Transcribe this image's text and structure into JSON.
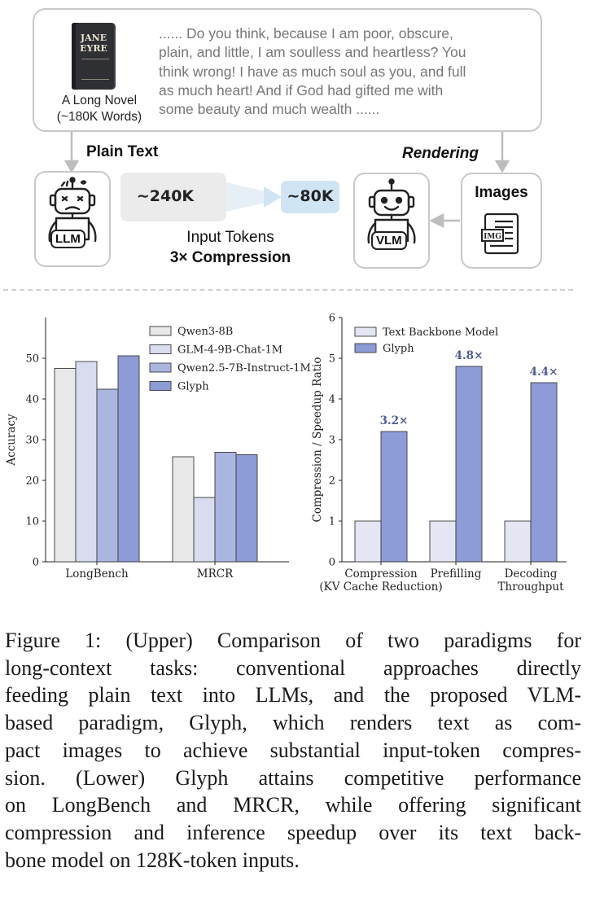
{
  "diagram": {
    "book": {
      "title_line1": "JANE",
      "title_line2": "EYRE",
      "caption_line1": "A Long Novel",
      "caption_line2": "(~180K Words)"
    },
    "quote_lines": [
      "...... Do you think, because I am poor, obscure,",
      "plain, and little, I am soulless and heartless? You",
      "think wrong! I have as much soul as you, and full",
      "as much heart! And if God had gifted me with",
      "some beauty and much wealth ......"
    ],
    "plain_text_label": "Plain Text",
    "rendering_label": "Rendering",
    "llm_label": "LLM",
    "vlm_label": "VLM",
    "images_label": "Images",
    "img_icon_label": "IMG",
    "tokens_before": "∼240K",
    "tokens_after": "∼80K",
    "input_tokens_label": "Input Tokens",
    "compression_label": "3× Compression",
    "colors": {
      "box_border": "#c9c9c9",
      "token_before_bg": "#ebebeb",
      "token_after_bg": "#cfe5f4",
      "arrow": "#bdbdbd"
    }
  },
  "chart_data": [
    {
      "type": "bar",
      "ylabel": "Accuracy",
      "xlabel": "",
      "ylim": [
        0,
        60
      ],
      "yticks": [
        0,
        10,
        20,
        30,
        40,
        50
      ],
      "categories": [
        "LongBench",
        "MRCR"
      ],
      "series": [
        {
          "name": "Qwen3-8B",
          "color": "#e8e8e8",
          "values": [
            47.5,
            25.8
          ]
        },
        {
          "name": "GLM-4-9B-Chat-1M",
          "color": "#d8dcee",
          "values": [
            49.2,
            15.8
          ]
        },
        {
          "name": "Qwen2.5-7B-Instruct-1M",
          "color": "#aab5e0",
          "values": [
            42.4,
            26.9
          ]
        },
        {
          "name": "Glyph",
          "color": "#8d9bd6",
          "values": [
            50.6,
            26.3
          ]
        }
      ],
      "legend": "top-right",
      "grid": false
    },
    {
      "type": "bar",
      "ylabel": "Compression / Speedup Ratio",
      "xlabel": "",
      "ylim": [
        0,
        6
      ],
      "yticks": [
        0,
        1,
        2,
        3,
        4,
        5,
        6
      ],
      "categories": [
        "Compression\n(KV Cache Reduction)",
        "Prefilling",
        "Decoding\nThroughput"
      ],
      "series": [
        {
          "name": "Text Backbone Model",
          "color": "#e4e6f3",
          "values": [
            1,
            1,
            1
          ]
        },
        {
          "name": "Glyph",
          "color": "#8d9bd6",
          "values": [
            3.2,
            4.8,
            4.4
          ],
          "labels": [
            "3.2×",
            "4.8×",
            "4.4×"
          ]
        }
      ],
      "legend": "top-left",
      "grid": false,
      "annotation_color": "#4e5d8e"
    }
  ],
  "caption_lines": [
    "Figure 1: (Upper) Comparison of two paradigms for",
    "long-context tasks: conventional approaches directly",
    "feeding plain text into LLMs, and the proposed VLM-",
    "based paradigm, Glyph, which renders text as com-",
    "pact images to achieve substantial input-token compres-",
    "sion. (Lower) Glyph attains competitive performance",
    "on LongBench and MRCR, while offering significant",
    "compression and inference speedup over its text back-",
    "bone model on 128K-token inputs."
  ]
}
